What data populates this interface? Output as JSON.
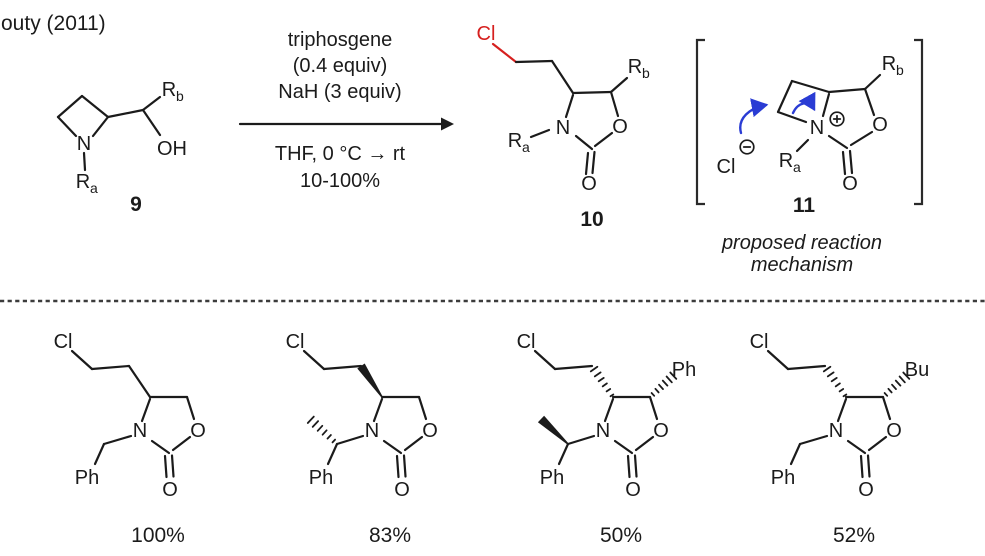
{
  "attribution": "outy (2011)",
  "colors": {
    "ink": "#1b1b1b",
    "chlorine_highlight": "#d6201f",
    "mechanism_arrow_blue": "#2a3cd4"
  },
  "labels": {
    "N": "N",
    "O": "O",
    "OH": "OH",
    "Cl": "Cl",
    "Ph": "Ph",
    "Bu": "Bu",
    "R": "R",
    "a": "a",
    "b": "b"
  },
  "scheme": {
    "reagents": [
      "triphosgene",
      "(0.4 equiv)",
      "NaH (3 equiv)"
    ],
    "conditions": [
      "THF, 0 °C → rt",
      "10-100%"
    ],
    "substrate_number": "9",
    "product_number": "10",
    "intermediate_number": "11",
    "mechanism_caption": [
      "proposed reaction",
      "mechanism"
    ]
  },
  "products": [
    {
      "yield": "100%"
    },
    {
      "yield": "83%"
    },
    {
      "yield": "50%"
    },
    {
      "yield": "52%"
    }
  ]
}
